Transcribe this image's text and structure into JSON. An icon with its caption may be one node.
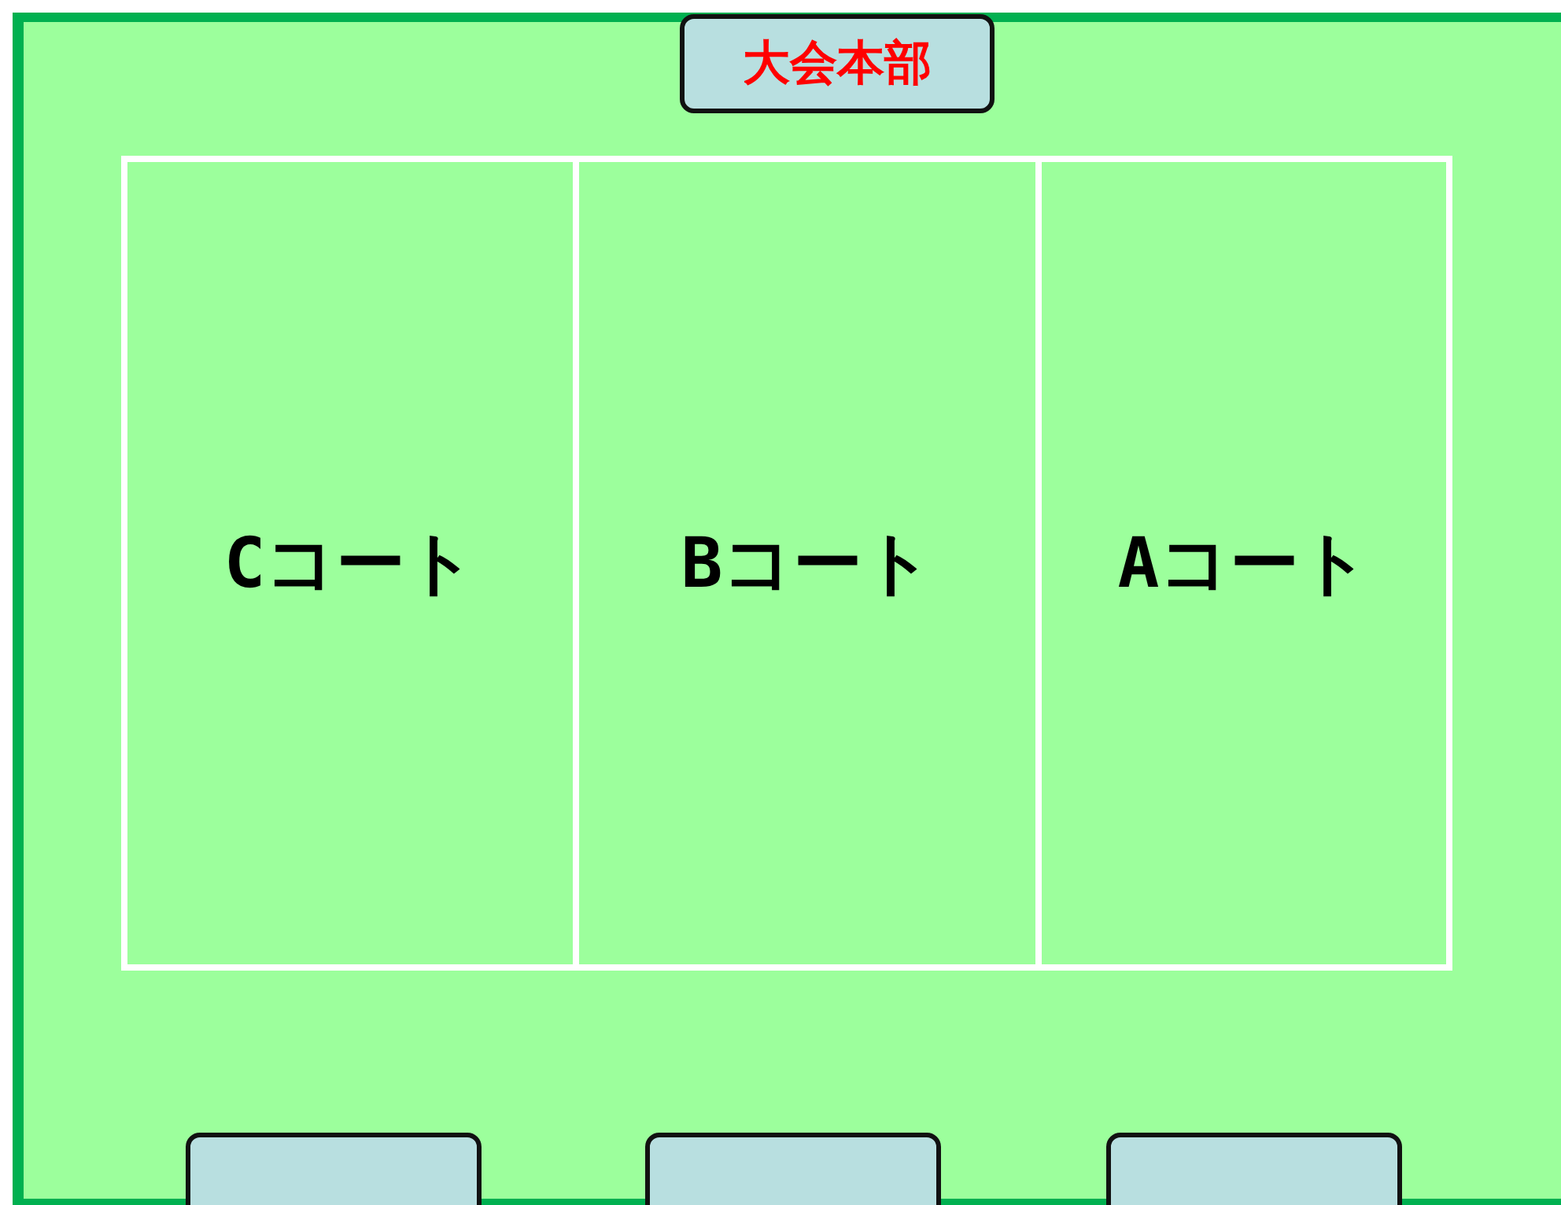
{
  "diagram": {
    "nodes": [
      {
        "text": [
          "大会本部"
        ]
      },
      {
        "text": [
          "Cコート"
        ]
      },
      {
        "text": [
          "Bコート"
        ]
      },
      {
        "text": [
          "Aコート"
        ]
      },
      {
        "text": [],
        "shape": "box"
      },
      {
        "text": [],
        "shape": "box"
      },
      {
        "text": [],
        "shape": "box"
      }
    ]
  }
}
